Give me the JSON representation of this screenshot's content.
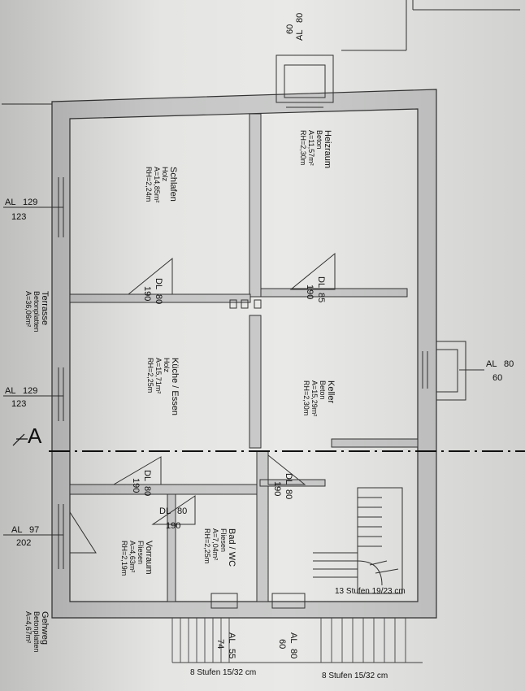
{
  "rooms": {
    "schlafen": {
      "name": "Schlafen",
      "material": "Holz",
      "area": "A=14,85m²",
      "height": "RH=2,24m"
    },
    "heizraum": {
      "name": "Heizraum",
      "material": "Beton",
      "area": "A=11,57m²",
      "height": "RH=2,30m"
    },
    "kueche": {
      "name": "Küche / Essen",
      "material": "Holz",
      "area": "A=15,71m²",
      "height": "RH=2,25m"
    },
    "keller": {
      "name": "Keller",
      "material": "Beton",
      "area": "A=15,29m²",
      "height": "RH=2,30m"
    },
    "bad": {
      "name": "Bad / WC",
      "material": "Fliesen",
      "area": "A=7,04m²",
      "height": "RH=2,25m"
    },
    "vorraum": {
      "name": "Vorraum",
      "material": "Fliesen",
      "area": "A=4,63m²",
      "height": "RH=2,19m"
    }
  },
  "outside": {
    "terrasse": {
      "name": "Terrasse",
      "material": "Betonplatten",
      "area": "A=36,06m²"
    },
    "gehweg": {
      "name": "Gehweg",
      "material": "Betonplatten",
      "area": "A=4,67m²"
    }
  },
  "doors": {
    "d1": {
      "tag": "DL",
      "w": "80",
      "h": "190"
    },
    "d2": {
      "tag": "DL",
      "w": "85",
      "h": "190"
    },
    "d3": {
      "tag": "DL",
      "w": "80",
      "h": "190"
    },
    "d4": {
      "tag": "DL",
      "w": "80",
      "h": "190"
    },
    "d5": {
      "tag": "DL",
      "w": "80",
      "h": "190"
    }
  },
  "windows": {
    "top": {
      "tag": "AL",
      "w": "80",
      "h": "60"
    },
    "left1": {
      "tag": "AL",
      "w": "129",
      "h": "123"
    },
    "left2": {
      "tag": "AL",
      "w": "129",
      "h": "123"
    },
    "left3": {
      "tag": "AL",
      "w": "97",
      "h": "202"
    },
    "right": {
      "tag": "AL",
      "w": "80",
      "h": "60"
    },
    "bottom1": {
      "tag": "AL",
      "w": "55",
      "h": "74"
    },
    "bottom2": {
      "tag": "AL",
      "w": "80",
      "h": "60"
    }
  },
  "stairs": {
    "inner": "13 Stufen 19/23 cm",
    "outer_left": "8 Stufen 15/32 cm",
    "outer_right": "8 Stufen 15/32 cm"
  },
  "section": {
    "label": "A"
  }
}
